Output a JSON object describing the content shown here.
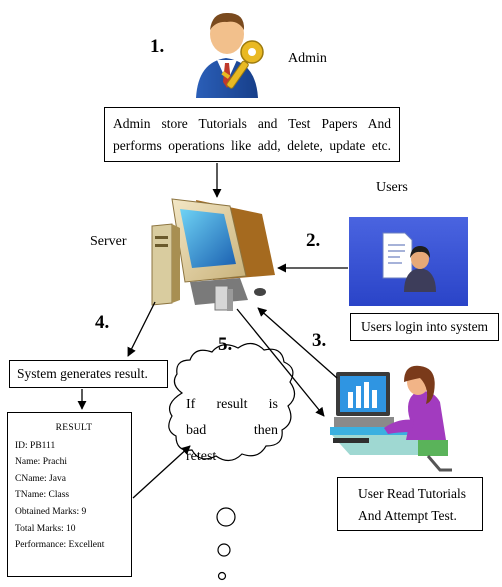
{
  "labels": {
    "step1": "1.",
    "step2": "2.",
    "step3": "3.",
    "step4": "4.",
    "step5": "5.",
    "admin": "Admin",
    "users": "Users",
    "server": "Server"
  },
  "admin_box": {
    "line1": "Admin store Tutorials and Test Papers And",
    "line2": "performs operations like add, delete, update etc."
  },
  "users_caption": "Users login into system",
  "system_box": "System generates result.",
  "result_box": {
    "title": "RESULT",
    "lines": [
      "ID: PB111",
      "Name: Prachi",
      "CName: Java",
      "TName: Class",
      "Obtained Marks: 9",
      "Total Marks: 10",
      "Performance: Excellent"
    ]
  },
  "read_box": {
    "line1": "User Read Tutorials",
    "line2": "And Attempt Test."
  },
  "cloud": {
    "line1": "If result is",
    "line2": "bad then",
    "line3": "retest"
  },
  "icons": [
    "admin-person-key-icon",
    "users-document-icon",
    "server-computer-icon",
    "user-at-computer-icon"
  ]
}
